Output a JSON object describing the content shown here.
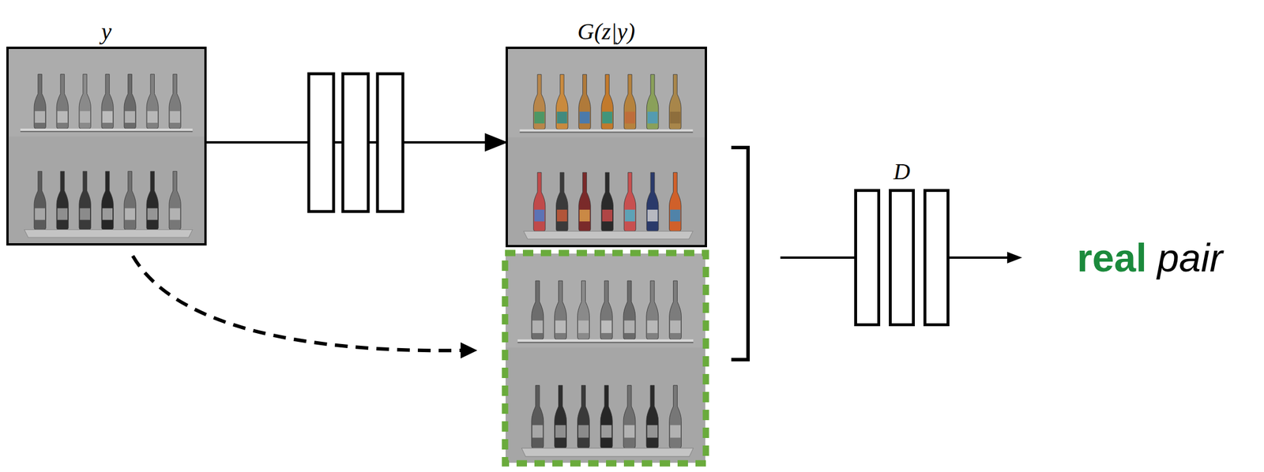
{
  "diagram": {
    "nodes": [
      {
        "text": [
          "y"
        ]
      },
      {
        "text": [
          "G(z|y)"
        ]
      },
      {
        "text": [
          "D"
        ]
      }
    ],
    "edges": [
      {
        "from": 0,
        "to": 1,
        "arrow": "to"
      }
    ],
    "labels": [
      "real",
      "pair"
    ]
  }
}
